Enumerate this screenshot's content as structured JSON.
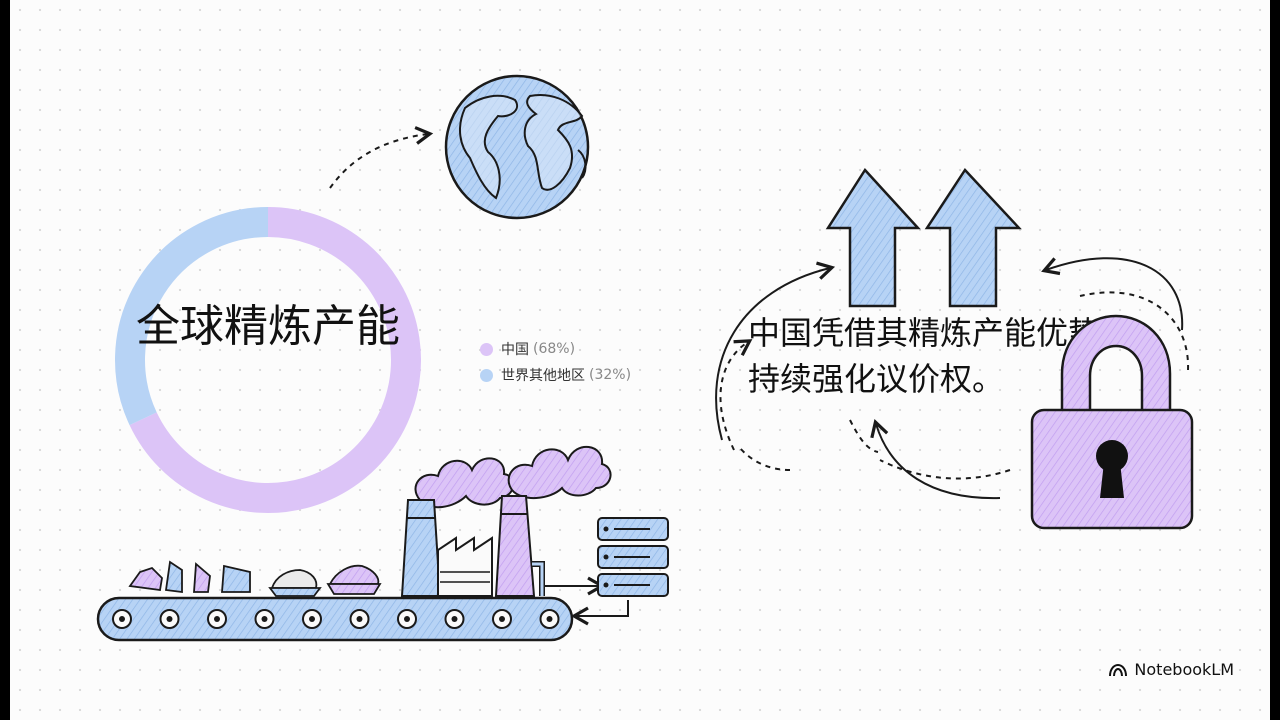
{
  "chart_data": {
    "type": "pie",
    "title": "全球精炼产能",
    "slices": [
      {
        "label": "中国",
        "value": 68,
        "pct_text": "(68%)",
        "color": "#dcc4f7"
      },
      {
        "label": "世界其他地区",
        "value": 32,
        "pct_text": "(32%)",
        "color": "#b7d3f5"
      }
    ]
  },
  "statement": "中国凭借其精炼产能优势，持续强化议价权。",
  "brand": "NotebookLM",
  "icons": [
    "globe-icon",
    "factory-icon",
    "server-stack-icon",
    "up-arrows-icon",
    "padlock-icon"
  ],
  "colors": {
    "purple": "#dcc4f7",
    "blue": "#b7d3f5",
    "ink": "#1a1a1a"
  }
}
